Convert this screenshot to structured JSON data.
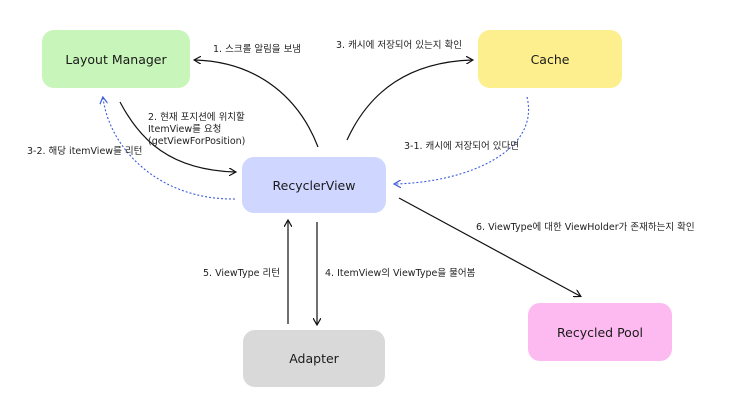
{
  "nodes": {
    "layout_manager": "Layout Manager",
    "cache": "Cache",
    "recycler_view": "RecyclerView",
    "adapter": "Adapter",
    "recycled_pool": "Recycled Pool"
  },
  "edges": {
    "e1": "1. 스크롤 알림을 보냄",
    "e2": [
      "2. 현재 포지션에 위치할",
      "ItemView를 요청",
      "(getViewForPosition)"
    ],
    "e3": "3. 캐시에 저장되어 있는지 확인",
    "e3_1": "3-1. 캐시에 저장되어 있다면",
    "e3_2": "3-2. 해당 itemView를 리턴",
    "e4": "4. ItemView의 ViewType을 물어봄",
    "e5": "5. ViewType 리턴",
    "e6": "6. ViewType에 대한 ViewHolder가 존재하는지 확인"
  },
  "colors": {
    "layout_manager": "#c8f5b9",
    "cache": "#fdef8d",
    "recycler_view": "#cfd6ff",
    "adapter": "#d9d9d9",
    "recycled_pool": "#fdbaf0",
    "solid_arrow": "#111111",
    "dotted_arrow": "#3b5bdb"
  }
}
